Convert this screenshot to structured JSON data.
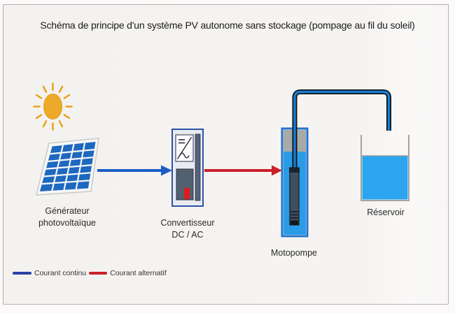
{
  "title": "Schéma de principe d'un système PV autonome sans stockage (pompage au fil du soleil)",
  "diagram": {
    "pv_generator": {
      "label_line1": "Générateur",
      "label_line2": "photovoltaïque"
    },
    "converter": {
      "label_line1": "Convertisseur",
      "label_line2": "DC / AC"
    },
    "pump": {
      "label": "Motopompe"
    },
    "reservoir": {
      "label": "Réservoir"
    }
  },
  "legend": {
    "dc": {
      "label": "Courant continu",
      "color": "#2a3fa5"
    },
    "ac": {
      "label": "Courant alternatif",
      "color": "#c9202a"
    }
  },
  "colors": {
    "panel_blue": "#1d68c0",
    "dc_arrow_blue": "#1a5ec4",
    "ac_arrow_red": "#c9202a",
    "water_blue": "#2a9ce5",
    "reservoir_water_blue": "#2ba5ee",
    "well_border_blue": "#2472cc",
    "sun_orange": "#edaa2a",
    "pipe_blue": "#1b7cd0"
  }
}
